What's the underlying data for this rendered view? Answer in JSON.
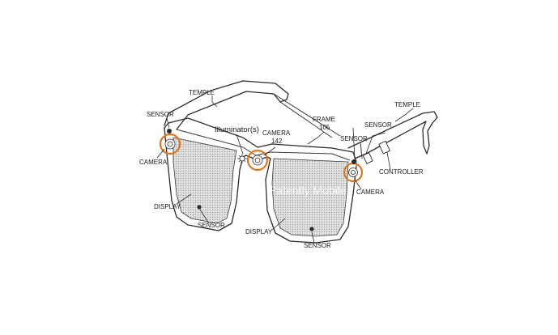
{
  "labels": {
    "temple_left": "TEMPLE",
    "temple_right": "TEMPLE",
    "sensor_top_left": "SENSOR",
    "camera_left": "CAMERA",
    "illuminators": "Illuminator(s)",
    "camera_center": "CAMERA",
    "camera_center_ref": "142",
    "frame": "FRAME",
    "frame_ref": "105",
    "sensor_top_right": "SENSOR",
    "sensor_right": "SENSOR",
    "controller": "CONTROLLER",
    "camera_right": "CAMERA",
    "display_left": "DISPLAY",
    "sensor_bottom_left": "SENSOR",
    "display_right": "DISPLAY",
    "sensor_bottom_right": "SENSOR"
  },
  "watermark": "Patently Mobile",
  "colors": {
    "highlight_ring": "#e2751c",
    "lens_fill": "#d2d2d2",
    "line": "#2b2b2b"
  }
}
